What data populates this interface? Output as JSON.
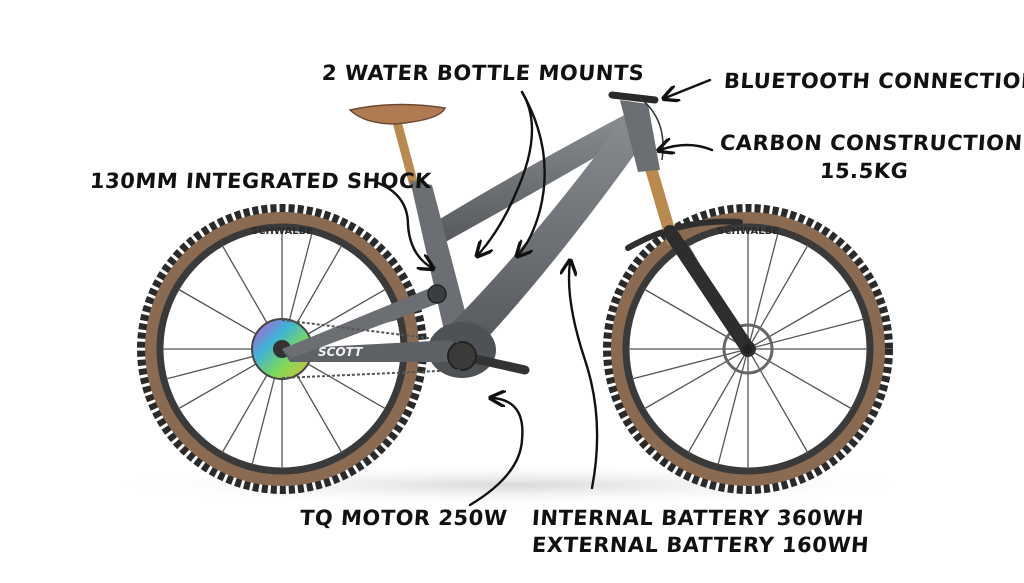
{
  "annotations": {
    "water_bottle": "2 WATER BOTTLE MOUNTS",
    "bluetooth": "BLUETOOTH CONNECTION",
    "carbon_line1": "CARBON CONSTRUCTION -",
    "carbon_line2": "15.5KG",
    "shock": "130MM INTEGRATED SHOCK",
    "motor": "TQ MOTOR 250W",
    "battery_internal": "INTERNAL BATTERY 360WH",
    "battery_external": "EXTERNAL BATTERY 160WH"
  },
  "branding": {
    "frame_logo": "SCOTT",
    "tyre_brand": "SCHWALBE"
  },
  "colors": {
    "frame": "#6b6e72",
    "frame_dark": "#45484c",
    "tyre_wall": "#8a6a50",
    "tread": "#2a2a2a",
    "saddle": "#b07a52",
    "fork_gold": "#b98a4e",
    "ink": "#111111"
  }
}
